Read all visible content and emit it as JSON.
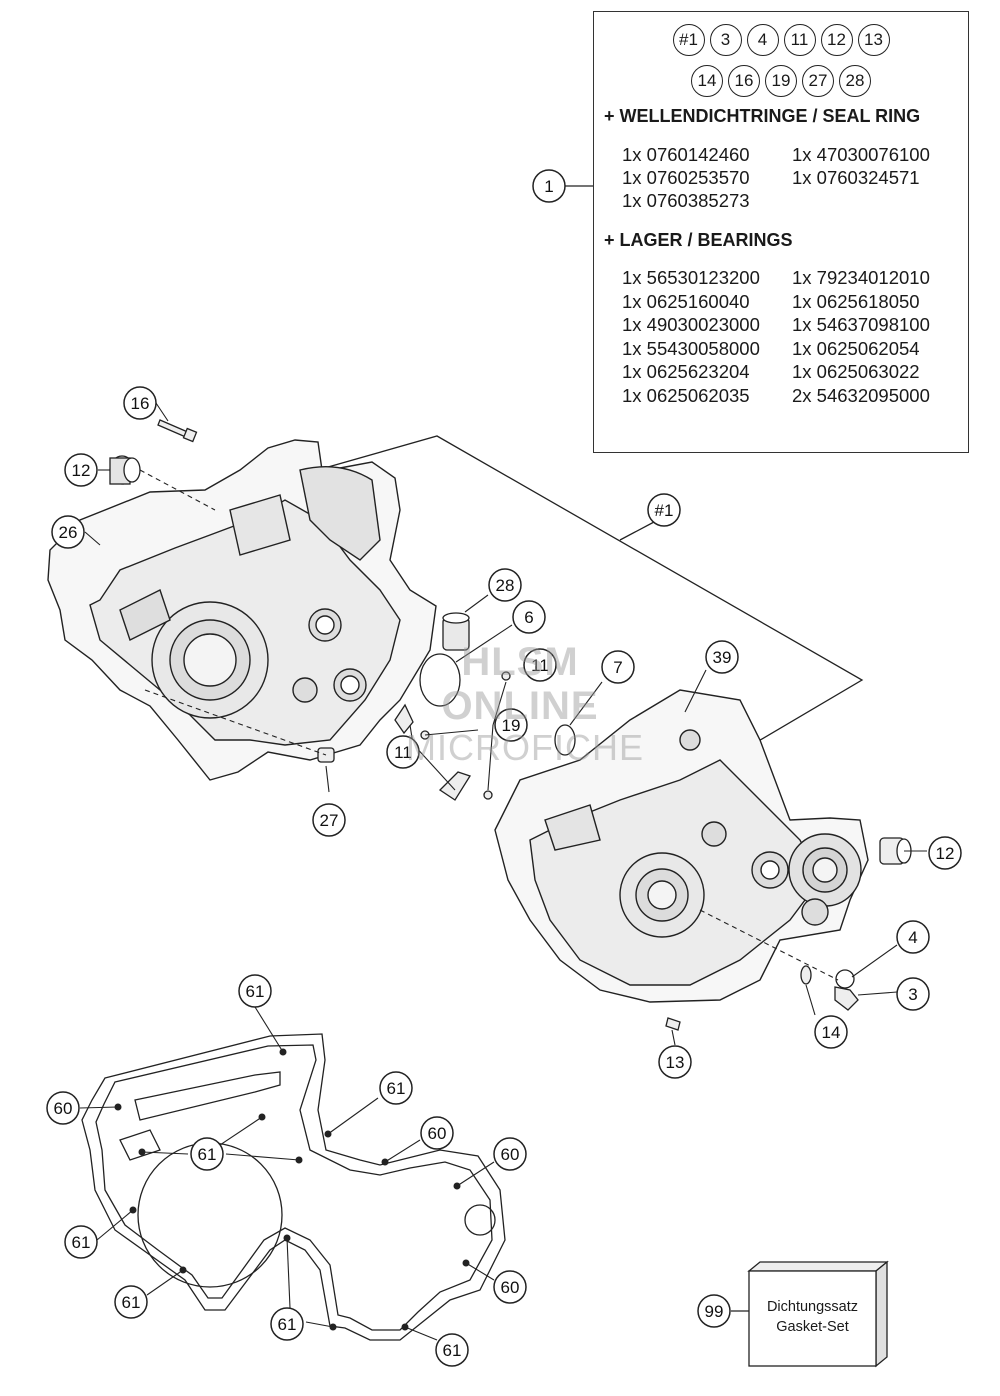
{
  "box": {
    "row1": [
      "#1",
      "3",
      "4",
      "11",
      "12",
      "13"
    ],
    "row2": [
      "14",
      "16",
      "19",
      "27",
      "28"
    ],
    "seal_heading": "+ WELLENDICHTRINGE / SEAL RING",
    "seal_parts": [
      "1x 0760142460",
      "1x 47030076100",
      "1x 0760253570",
      "1x 0760324571",
      "1x 0760385273",
      ""
    ],
    "bearing_heading": "+ LAGER / BEARINGS",
    "bearing_parts": [
      "1x 56530123200",
      "1x 79234012010",
      "1x 0625160040",
      "1x 0625618050",
      "1x 49030023000",
      "1x 54637098100",
      "1x 55430058000",
      "1x 0625062054",
      "1x 0625623204",
      "1x 0625063022",
      "1x 0625062035",
      "2x 54632095000"
    ]
  },
  "callouts": {
    "c1": "1",
    "c16": "16",
    "c12a": "12",
    "c26": "26",
    "c28": "28",
    "c6": "6",
    "c11": "11",
    "c19": "19",
    "c7": "7",
    "c39": "39",
    "c27": "27",
    "c11b": "11",
    "c12b": "12",
    "c4": "4",
    "c3": "3",
    "c14": "14",
    "c13": "13",
    "chash1": "#1",
    "g61a": "61",
    "g60a": "60",
    "g61b": "61",
    "g61c": "61",
    "g60b": "60",
    "g60c": "60",
    "g61d": "61",
    "g61e": "61",
    "g60d": "60",
    "g61f": "61",
    "g61g": "61",
    "c99": "99"
  },
  "gasket_set": {
    "line1": "Dichtungssatz",
    "line2": "Gasket-Set"
  },
  "watermark": {
    "line1": "HLSM",
    "line2": "ONLINE",
    "line3": "MICROFICHE"
  }
}
